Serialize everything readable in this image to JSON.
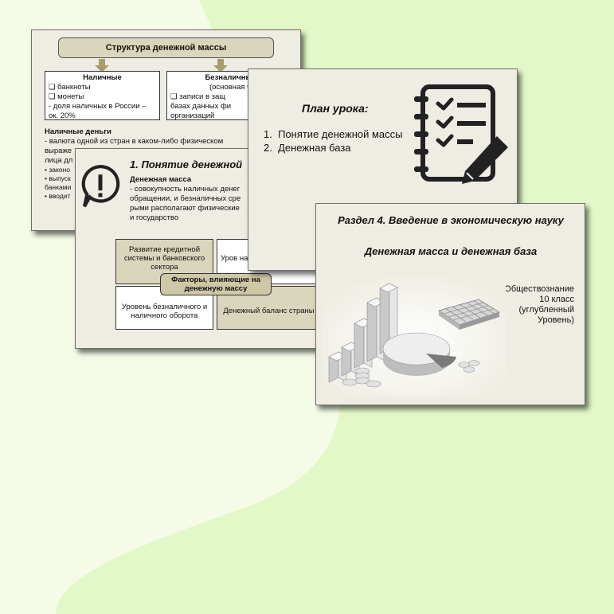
{
  "colors": {
    "background": "#f4fbe6",
    "blob": "#e3f8c8",
    "slide": "#efede3",
    "header_fill": "#dad5bd",
    "arrow": "#a89e6c"
  },
  "slide_structure": {
    "title": "Структура денежной массы",
    "cash_title": "Наличные",
    "cash_items": [
      "❑ банкноты",
      "❑ монеты",
      "- доля наличных в России –",
      "ок. 20%"
    ],
    "noncash_title": "Безналичные д",
    "noncash_lines": [
      "(основная час",
      "❑ записи в защ",
      "базах данных фи",
      "организаций"
    ],
    "cash_money_title": "Наличные деньги",
    "cash_money_lines": [
      " - валюта одной из стран в каком-либо физическом",
      "выраже",
      "лица дл",
      "• законо",
      "• выпуск",
      "банками",
      "• вводит"
    ]
  },
  "slide_concept": {
    "title": "1. Понятие денежной",
    "term": "Денежная масса",
    "definition_lines": [
      "- совокупность наличных денег",
      "обращении, и безналичных сре",
      "рыми располагают физические",
      "и государство"
    ],
    "icon": "exclamation-speech-bubble-icon",
    "center_label": "Факторы, влияющие на денежную массу",
    "factor_tl": "Развитие кредитной системы и банковского сектора",
    "factor_tr": "Уров нали",
    "factor_bl": "Уровень безналичного и наличного оборота",
    "factor_br": "Денежный баланс страны"
  },
  "slide_plan": {
    "title": "План урока:",
    "items": [
      "1.  Понятие денежной массы",
      "2.  Денежная база"
    ],
    "icon": "notebook-checklist-pencil-icon"
  },
  "slide_section": {
    "title": "Раздел 4. Введение в экономическую науку",
    "subtitle": "Денежная масса и денежная база",
    "meta_lines": [
      "Обществознание",
      "10 класс",
      "(углубленный",
      "Уровень)"
    ],
    "image": "3d-bar-chart-pie-calculator-coins-icon"
  }
}
